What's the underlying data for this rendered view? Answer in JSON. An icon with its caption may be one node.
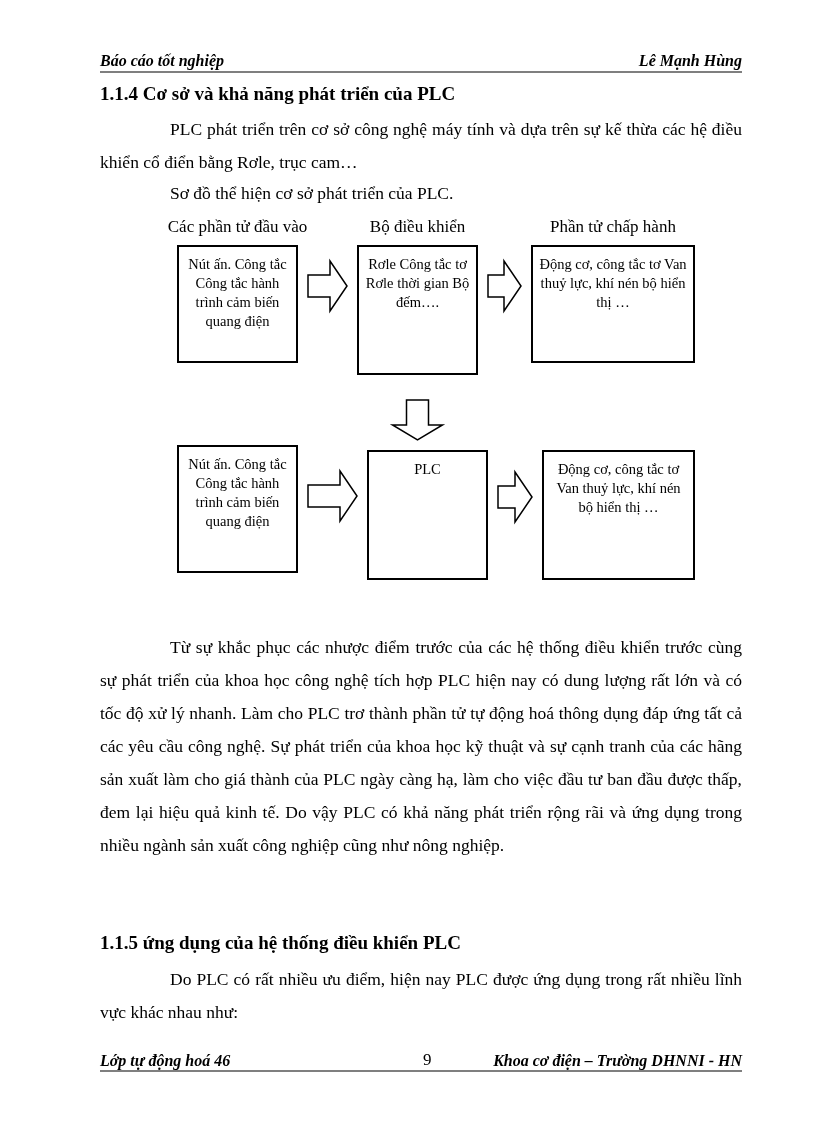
{
  "diagram": {
    "nodes": [
      {
        "text": [
          "Các phần tử đầu vào",
          "Nút ấn. Công tắc Công tắc hành trình cảm biến quang điện"
        ]
      },
      {
        "text": [
          "Bộ điều khiển",
          "Rơle Công tắc tơ Rơle thời gian Bộ đếm…."
        ]
      },
      {
        "text": [
          "Phần tử chấp hành",
          "Động cơ, công tắc tơ Van thuỷ lực, khí nén bộ hiển thị …"
        ]
      },
      {
        "text": [
          "Nút ấn. Công tắc Công tắc hành trình cảm biến quang điện"
        ]
      },
      {
        "text": [
          "PLC"
        ]
      },
      {
        "text": [
          "Động cơ, công tắc tơ Van thuỷ lực, khí nén bộ hiển thị …"
        ]
      }
    ],
    "edges": [
      {
        "from": 0,
        "to": 1,
        "arrow": "to"
      },
      {
        "from": 1,
        "to": 2,
        "arrow": "to"
      },
      {
        "from": 1,
        "to": 4,
        "arrow": "to"
      },
      {
        "from": 3,
        "to": 4,
        "arrow": "to"
      },
      {
        "from": 4,
        "to": 5,
        "arrow": "to"
      }
    ],
    "labels": [
      "Báo cáo tốt nghiệp",
      "Lê Mạnh Hùng",
      "1.1.4 Cơ sở và khả năng phát triển của PLC",
      "PLC phát triển trên cơ sở công nghệ máy tính và dựa trên sự kế thừa các hệ điều khiển cổ điển bằng Rơle, trục cam…",
      "Sơ đồ thể hiện cơ sở phát triển của PLC.",
      "Từ sự khắc phục các nhược điểm trước của các hệ thống điều khiển trước cùng sự phát triển của khoa học công nghệ tích hợp PLC hiện nay có dung lượng rất lớn và có tốc độ xử lý nhanh. Làm cho PLC trơ thành phần tử tự động hoá thông dụng đáp ứng tất cả các yêu cầu công nghệ. Sự phát triển của khoa học kỹ thuật và sự cạnh tranh của các hãng sản xuất làm cho giá thành của PLC ngày càng hạ, làm cho việc đầu tư ban đầu được thấp, đem lại hiệu quả kinh tế. Do vậy PLC có khả năng phát triển rộng rãi và ứng dụng trong nhiều ngành sản xuất công nghiệp cũng như nông nghiệp.",
      "1.1.5 ứng dụng của hệ thống điều khiển PLC",
      "Do PLC có rất nhiều ưu điểm, hiện nay PLC được ứng dụng trong rất nhiều lĩnh vực khác nhau như:",
      "Lớp tự động hoá 46",
      "9",
      "Khoa cơ điện – Trường DHNNI - HN"
    ]
  }
}
